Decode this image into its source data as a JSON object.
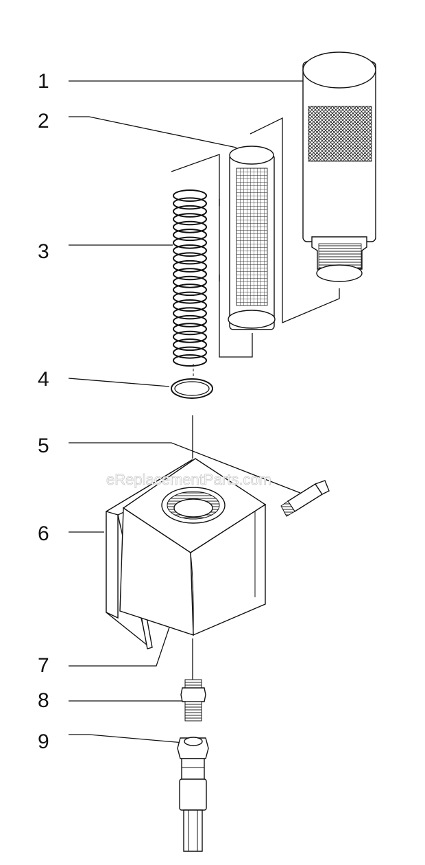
{
  "callouts": [
    "1",
    "2",
    "3",
    "4",
    "5",
    "6",
    "7",
    "8",
    "9"
  ],
  "watermark": "eReplacementParts.com",
  "colors": {
    "ink": "#111111",
    "paper": "#ffffff",
    "watermark": "#c8c8c8"
  }
}
